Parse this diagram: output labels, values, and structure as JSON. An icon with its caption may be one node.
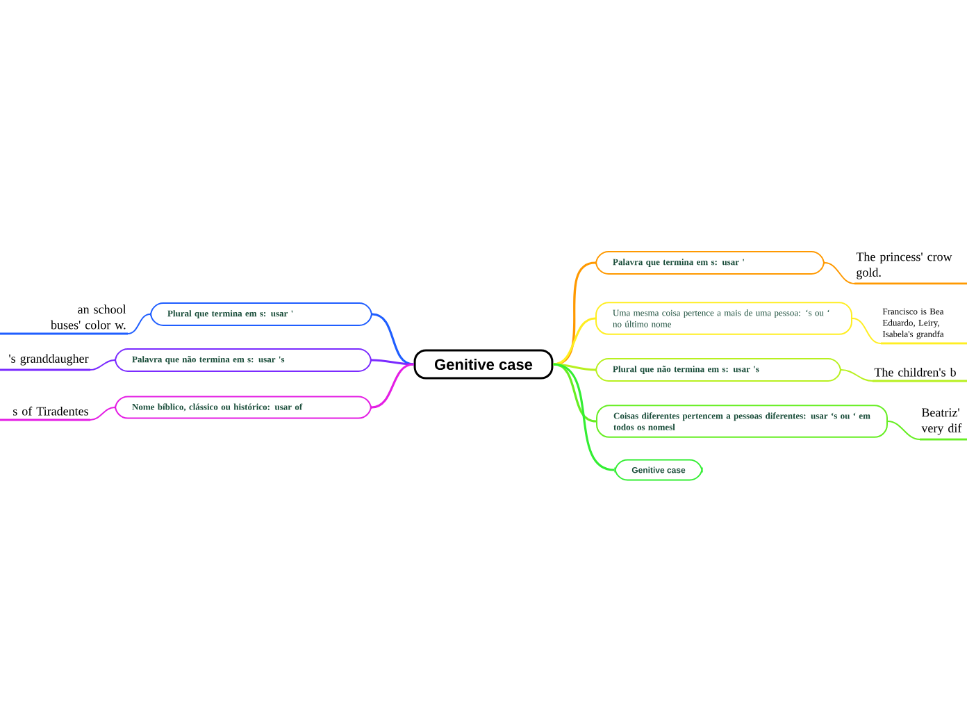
{
  "diagram": {
    "nodes": [
      {
        "text": [
          "Genitive case"
        ]
      },
      {
        "text": [
          "Plural que termina em s: usar '"
        ]
      },
      {
        "text": [
          "an school buses' color w."
        ]
      },
      {
        "text": [
          "Palavra que não termina em s: usar 's"
        ]
      },
      {
        "text": [
          "'s granddaugher"
        ]
      },
      {
        "text": [
          "Nome bíblico, clássico ou histórico: usar of"
        ]
      },
      {
        "text": [
          "s of Tiradentes"
        ]
      },
      {
        "text": [
          "Palavra que termina em s: usar '"
        ]
      },
      {
        "text": [
          "The princess' crow gold."
        ]
      },
      {
        "text": [
          "Uma mesma coisa pertence a mais de uma pessoa: ‘s ou ‘ no último nome"
        ]
      },
      {
        "text": [
          "Francisco is Bea Eduardo, Leiry, Isabela's grandfa"
        ]
      },
      {
        "text": [
          "Plural que não termina em s: usar 's"
        ]
      },
      {
        "text": [
          "The children's b"
        ]
      },
      {
        "text": [
          "Coisas diferentes pertencem a pessoas diferentes: usar ‘s ou ‘ em todos os nomesl"
        ]
      },
      {
        "text": [
          "Beatriz' very dif"
        ]
      },
      {
        "text": [
          "Genitive case"
        ]
      }
    ],
    "edges": [
      {
        "from": 0,
        "to": 1,
        "arrow": "none",
        "color": "#1f5eff"
      },
      {
        "from": 1,
        "to": 2,
        "arrow": "none",
        "color": "#1f5eff"
      },
      {
        "from": 0,
        "to": 3,
        "arrow": "none",
        "color": "#7b2bff"
      },
      {
        "from": 3,
        "to": 4,
        "arrow": "none",
        "color": "#7b2bff"
      },
      {
        "from": 0,
        "to": 5,
        "arrow": "none",
        "color": "#e41ee4"
      },
      {
        "from": 5,
        "to": 6,
        "arrow": "none",
        "color": "#e41ee4"
      },
      {
        "from": 0,
        "to": 7,
        "arrow": "none",
        "color": "#ff9900"
      },
      {
        "from": 7,
        "to": 8,
        "arrow": "none",
        "color": "#ff9900"
      },
      {
        "from": 0,
        "to": 9,
        "arrow": "none",
        "color": "#ffee22"
      },
      {
        "from": 9,
        "to": 10,
        "arrow": "none",
        "color": "#ffee22"
      },
      {
        "from": 0,
        "to": 11,
        "arrow": "none",
        "color": "#b8f020"
      },
      {
        "from": 11,
        "to": 12,
        "arrow": "none",
        "color": "#b8f020"
      },
      {
        "from": 0,
        "to": 13,
        "arrow": "none",
        "color": "#66ee22"
      },
      {
        "from": 13,
        "to": 14,
        "arrow": "none",
        "color": "#66ee22"
      },
      {
        "from": 0,
        "to": 15,
        "arrow": "none",
        "color": "#33ee33"
      }
    ]
  }
}
